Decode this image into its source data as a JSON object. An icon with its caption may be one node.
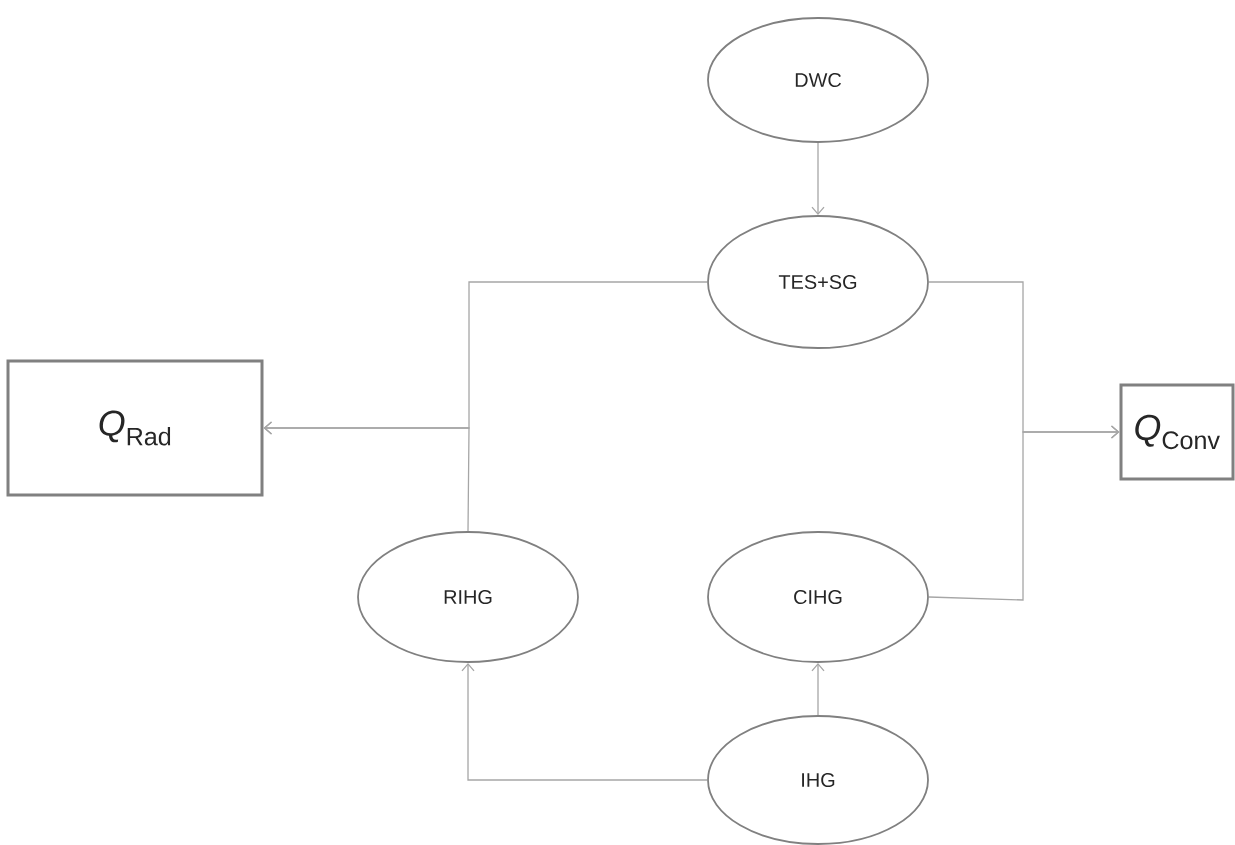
{
  "diagram": {
    "nodes": [
      {
        "text": [
          "DWC"
        ]
      },
      {
        "text": [
          "TES+SG"
        ]
      },
      {
        "text": [
          "*Q*$_{Rad}$"
        ]
      },
      {
        "text": [
          "*Q*$_{Conv}$"
        ]
      },
      {
        "text": [
          "RIHG"
        ]
      },
      {
        "text": [
          "CIHG"
        ]
      },
      {
        "text": [
          "IHG"
        ]
      }
    ],
    "edges": [
      {
        "from": 0,
        "to": 1,
        "arrow": "to"
      },
      {
        "from": 1,
        "to": 2,
        "arrow": "to"
      },
      {
        "from": 4,
        "to": 2,
        "arrow": "to"
      },
      {
        "from": 1,
        "to": 3,
        "arrow": "to"
      },
      {
        "from": 5,
        "to": 3,
        "arrow": "to"
      },
      {
        "from": 6,
        "to": 4,
        "arrow": "to"
      },
      {
        "from": 6,
        "to": 5,
        "arrow": "to"
      }
    ]
  }
}
